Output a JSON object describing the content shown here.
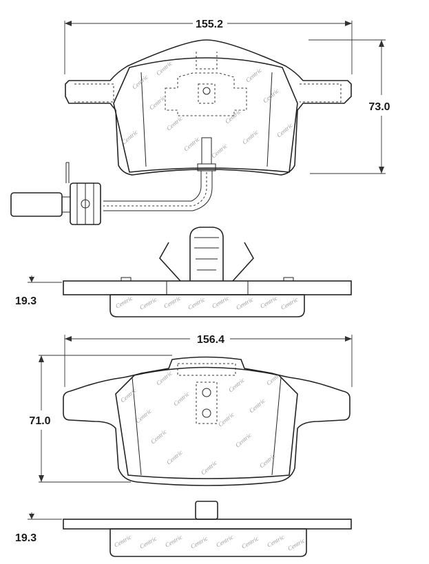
{
  "dimensions": {
    "top_pad_width": "155.2",
    "top_pad_height": "73.0",
    "top_pad_thickness": "19.3",
    "bottom_pad_width": "156.4",
    "bottom_pad_height": "71.0",
    "bottom_pad_thickness": "19.3"
  },
  "watermark": {
    "text": "Centric"
  }
}
